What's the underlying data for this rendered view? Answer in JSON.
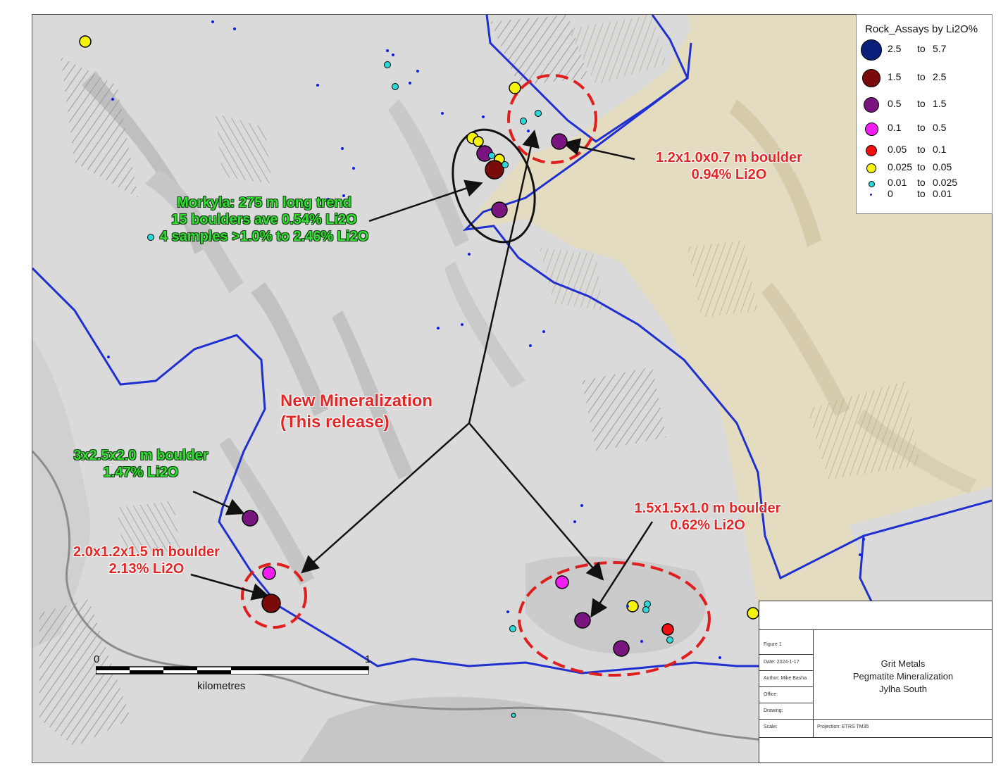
{
  "map": {
    "annotations": {
      "morkyla_title": "Morkyla: 275 m long trend",
      "morkyla_line2": "15 boulders ave 0.54% Li2O",
      "morkyla_line3": "4 samples >1.0% to 2.46% Li2O",
      "new_min_line1": "New Mineralization",
      "new_min_line2": "(This release)",
      "boulder_ne_line1": "1.2x1.0x0.7 m boulder",
      "boulder_ne_line2": "0.94% Li2O",
      "boulder_w_line1": "3x2.5x2.0 m boulder",
      "boulder_w_line2": "1.47% Li2O",
      "boulder_sw_line1": "2.0x1.2x1.5 m boulder",
      "boulder_sw_line2": "2.13% Li2O",
      "boulder_se_line1": "1.5x1.5x1.0 m boulder",
      "boulder_se_line2": "0.62% Li2O"
    },
    "colors": {
      "boundary": "#1f2fd0",
      "highlight_ellipse": "#e01e1e",
      "trend_ellipse": "#111111",
      "licence_area": "#e3dcc2",
      "hillshade": "#d9d9d9"
    }
  },
  "legend": {
    "title": "Rock_Assays by Li2O%",
    "classes": [
      {
        "from": "2.5",
        "to_word": "to",
        "upper": "5.7",
        "color": "#0a1f7a"
      },
      {
        "from": "1.5",
        "to_word": "to",
        "upper": "2.5",
        "color": "#7a0b0b"
      },
      {
        "from": "0.5",
        "to_word": "to",
        "upper": "1.5",
        "color": "#7a1580"
      },
      {
        "from": "0.1",
        "to_word": "to",
        "upper": "0.5",
        "color": "#f21df0"
      },
      {
        "from": "0.05",
        "to_word": "to",
        "upper": "0.1",
        "color": "#f01010"
      },
      {
        "from": "0.025",
        "to_word": "to",
        "upper": "0.05",
        "color": "#f5f20e"
      },
      {
        "from": "0.01",
        "to_word": "to",
        "upper": "0.025",
        "color": "#2fd8d8"
      },
      {
        "from": "0",
        "to_word": "to",
        "upper": "0.01",
        "color": "#1020e0"
      }
    ]
  },
  "scale_bar": {
    "start_label": "0",
    "end_label": "1",
    "unit": "kilometres"
  },
  "title_block": {
    "figure": "Figure 1",
    "date": "Date: 2024-1-17",
    "author": "Author: Mike Basha",
    "office": "Office:",
    "drawing": "Drawing:",
    "scale": "Scale:",
    "projection": "Projection: ETRS TM35",
    "company": "Grit Metals",
    "subject": "Pegmatite Mineralization",
    "area": "Jylha South"
  }
}
